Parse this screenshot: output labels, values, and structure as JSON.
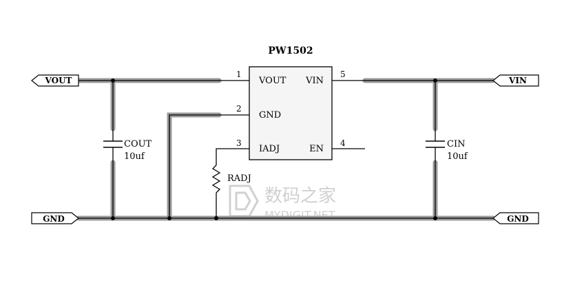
{
  "colors": {
    "wire": "#000000",
    "highlight": "#9a9a9a",
    "chip_fill": "#f5f5f5",
    "watermark": "#c8c8c8"
  },
  "chip": {
    "name": "PW1502",
    "pins": [
      {
        "num": "1",
        "name": "VOUT"
      },
      {
        "num": "2",
        "name": "GND"
      },
      {
        "num": "3",
        "name": "IADJ"
      },
      {
        "num": "5",
        "name": "VIN"
      },
      {
        "num": "4",
        "name": "EN"
      }
    ]
  },
  "ports": {
    "vout": "VOUT",
    "vin": "VIN",
    "gnd_left": "GND",
    "gnd_right": "GND"
  },
  "components": {
    "cout": {
      "name": "COUT",
      "value": "10uf"
    },
    "cin": {
      "name": "CIN",
      "value": "10uf"
    },
    "radj": {
      "name": "RADJ"
    }
  },
  "watermark": {
    "cn": "数码之家",
    "en": "MYDIGIT.NET"
  }
}
